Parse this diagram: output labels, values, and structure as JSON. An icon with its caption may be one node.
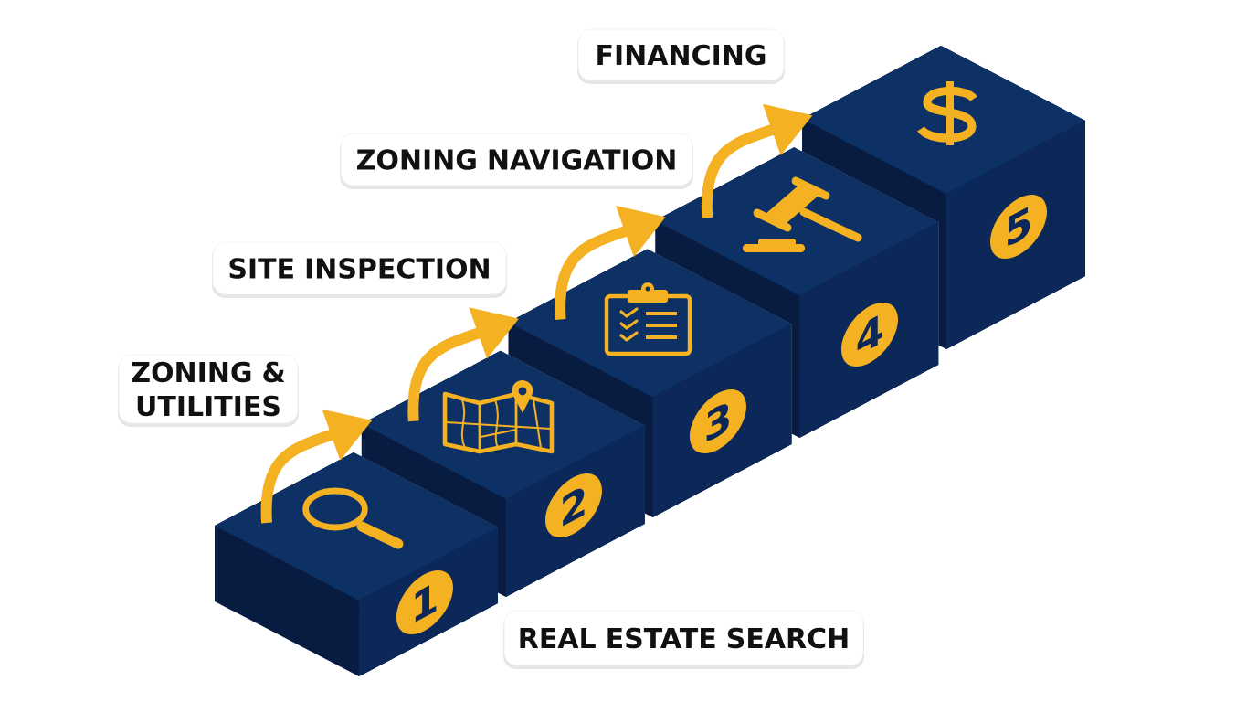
{
  "diagram": {
    "nodes": [
      {
        "text": [
          "1"
        ]
      },
      {
        "text": [
          "2"
        ]
      },
      {
        "text": [
          "3"
        ]
      },
      {
        "text": [
          "4"
        ]
      },
      {
        "text": [
          "5"
        ]
      },
      {
        "text": [
          "REAL ESTATE SEARCH"
        ]
      },
      {
        "text": [
          "ZONING & UTILITIES"
        ]
      },
      {
        "text": [
          "SITE INSPECTION"
        ]
      },
      {
        "text": [
          "ZONING NAVIGATION"
        ]
      },
      {
        "text": [
          "FINANCING"
        ]
      }
    ],
    "edges": [
      {
        "from": 0,
        "to": 1,
        "arrow": "to"
      },
      {
        "from": 1,
        "to": 2,
        "arrow": "to"
      },
      {
        "from": 2,
        "to": 3,
        "arrow": "to"
      },
      {
        "from": 3,
        "to": 4,
        "arrow": "to"
      }
    ]
  }
}
